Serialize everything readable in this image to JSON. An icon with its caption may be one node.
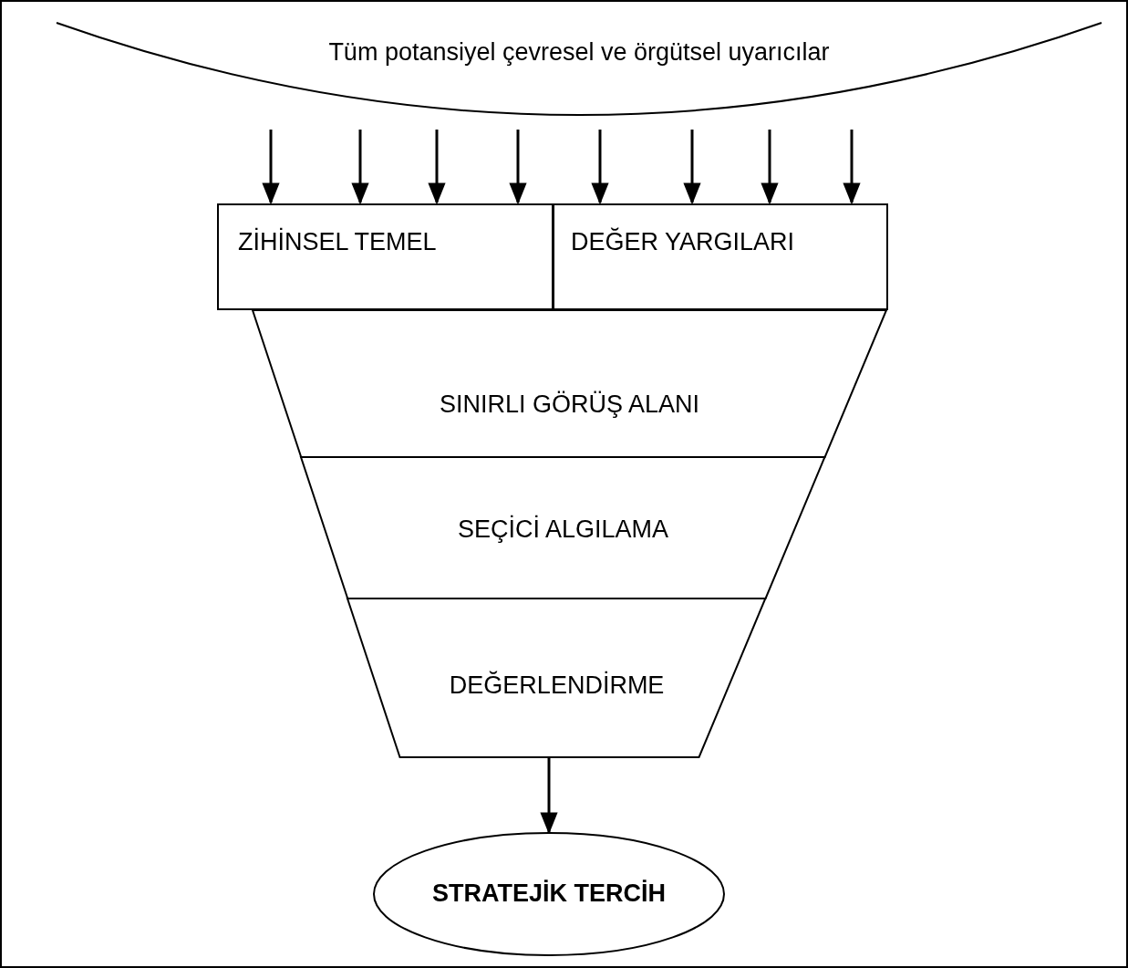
{
  "diagram": {
    "nodes": [
      {
        "text": [
          "Tüm potansiyel çevresel ve örgütsel uyarıcılar"
        ]
      },
      {
        "text": [
          "ZİHİNSEL TEMEL"
        ]
      },
      {
        "text": [
          "DEĞER YARGILARI"
        ]
      },
      {
        "text": [
          "SINIRLI GÖRÜŞ ALANI"
        ]
      },
      {
        "text": [
          "SEÇİCİ ALGILAMA"
        ]
      },
      {
        "text": [
          "DEĞERLENDİRME"
        ]
      },
      {
        "text": [
          "STRATEJİK TERCİH"
        ]
      }
    ],
    "edges": [
      {
        "from": 0,
        "to": 1,
        "arrow": "to"
      },
      {
        "from": 0,
        "to": 1,
        "arrow": "to"
      },
      {
        "from": 0,
        "to": 1,
        "arrow": "to"
      },
      {
        "from": 0,
        "to": 1,
        "arrow": "to"
      },
      {
        "from": 0,
        "to": 2,
        "arrow": "to"
      },
      {
        "from": 0,
        "to": 2,
        "arrow": "to"
      },
      {
        "from": 0,
        "to": 2,
        "arrow": "to"
      },
      {
        "from": 0,
        "to": 2,
        "arrow": "to"
      },
      {
        "from": 5,
        "to": 6,
        "arrow": "to"
      }
    ]
  }
}
